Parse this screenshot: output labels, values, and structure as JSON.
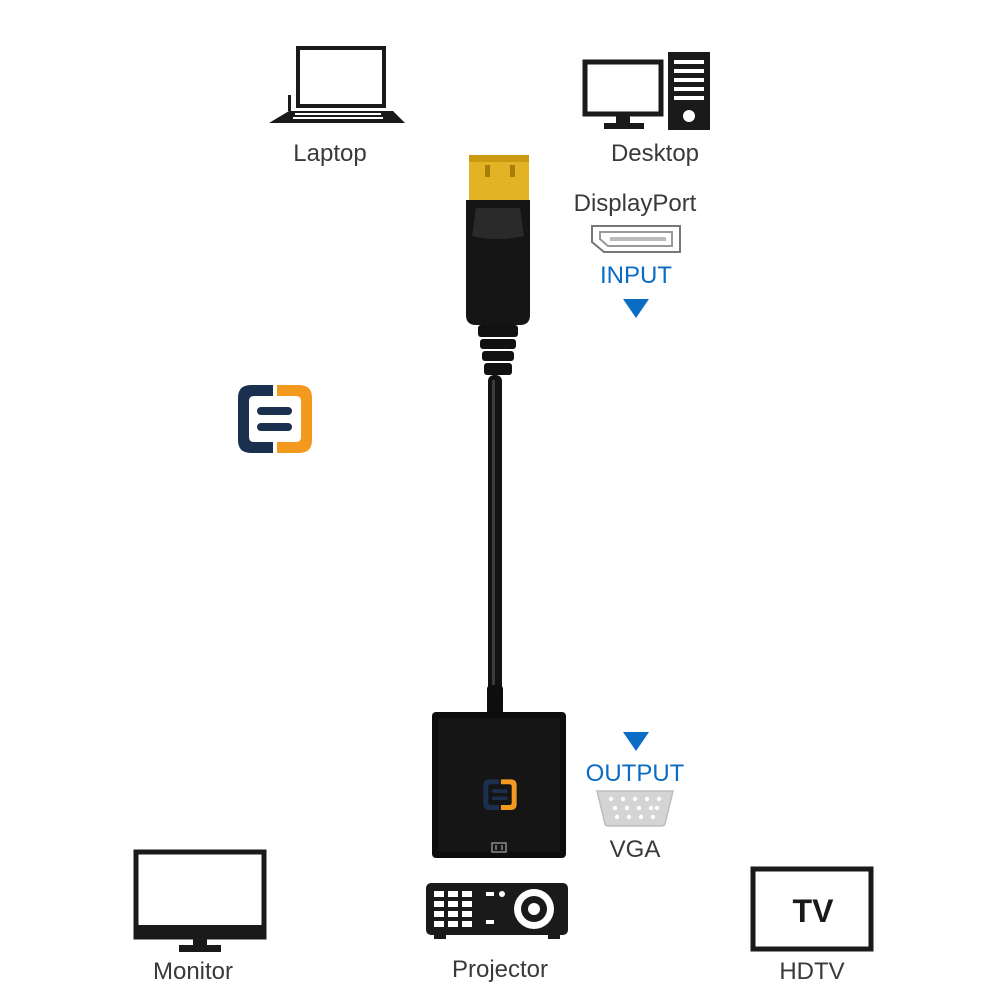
{
  "devices": {
    "laptop": "Laptop",
    "desktop": "Desktop",
    "monitor": "Monitor",
    "projector": "Projector",
    "hdtv": "HDTV",
    "tv_screen_text": "TV"
  },
  "connectors": {
    "input_port": "DisplayPort",
    "input_label": "INPUT",
    "output_label": "OUTPUT",
    "output_port": "VGA"
  },
  "colors": {
    "accent_blue": "#0b6cc4",
    "brand_navy": "#1b2f4e",
    "brand_orange": "#f39a1e",
    "connector_gold": "#e2b325",
    "cable_black": "#111111"
  },
  "icons": [
    "laptop-icon",
    "desktop-icon",
    "displayport-port-icon",
    "arrow-down-icon",
    "brand-logo",
    "vga-port-icon",
    "monitor-icon",
    "projector-icon",
    "tv-icon"
  ]
}
